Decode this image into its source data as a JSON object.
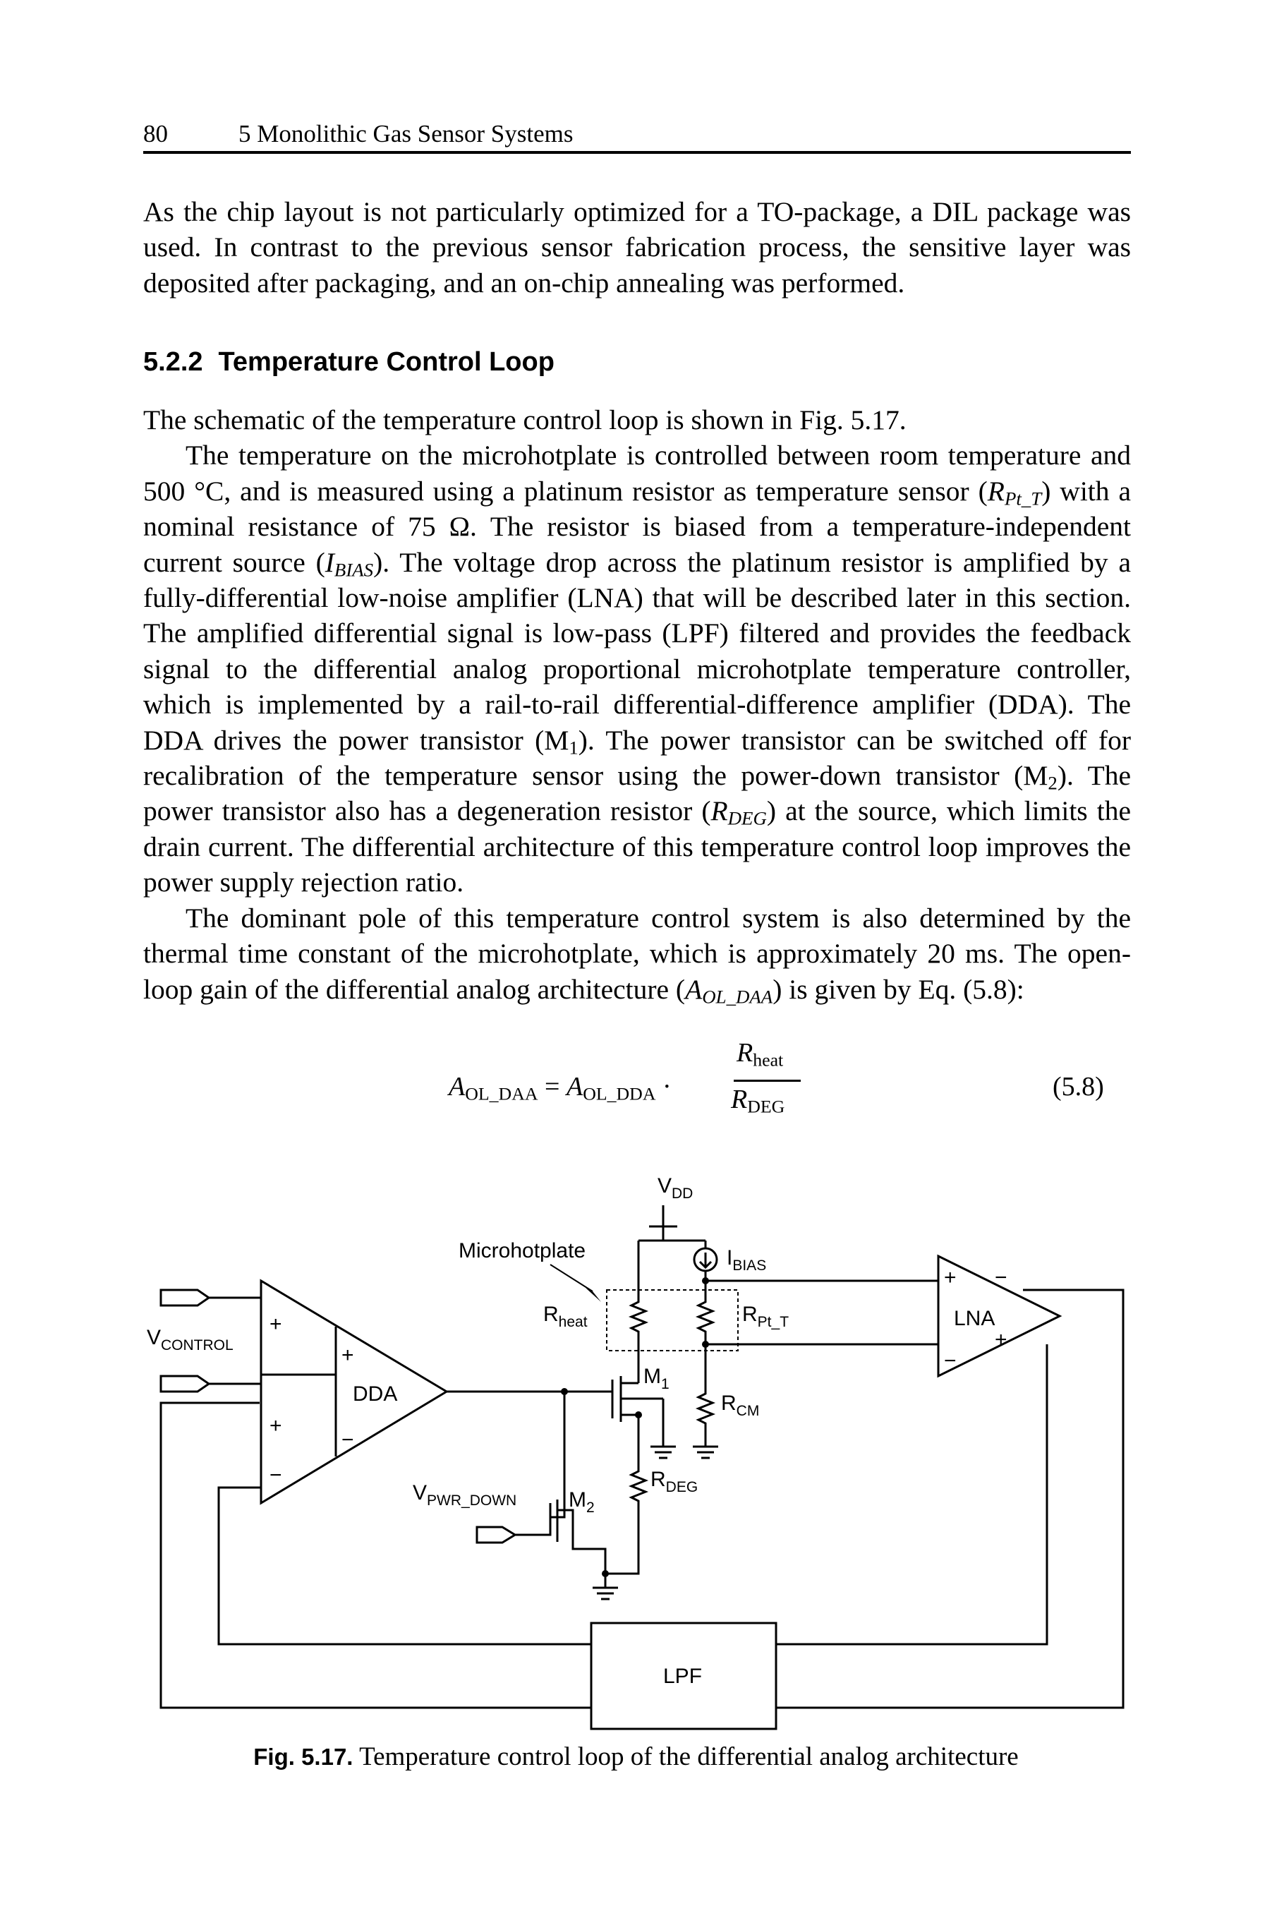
{
  "header": {
    "page_number": "80",
    "chapter": "5 Monolithic Gas Sensor Systems"
  },
  "section": {
    "number": "5.2.2",
    "title": "Temperature Control Loop"
  },
  "paragraphs": {
    "p0": "As the chip layout is not particularly optimized for a TO-package, a DIL package was used. In contrast to the previous sensor fabrication process, the sensitive layer was deposited after packaging, and an on-chip annealing was performed.",
    "p1": "The schematic of the temperature control loop is shown in Fig. 5.17.",
    "p2a": "The temperature on the microhotplate is controlled between room temperature and 500 °C, and is measured using a platinum resistor as temperature sensor (",
    "p2b": ") with a nominal resistance of 75 Ω. The resistor is biased from a temperature-independent current source (",
    "p2c": "). The voltage drop across the platinum resistor is amplified by a fully-differential low-noise amplifier (LNA) that will be described later in this section. The amplified differential signal is low-pass (LPF) filtered and provides the feedback signal to the differential analog proportional microhotplate temperature controller, which is implemented by a rail-to-rail differential-difference amplifier (DDA). The DDA drives the power transistor (",
    "p2d": "). The power transistor can be switched off for recalibration of the temperature sensor using the power-down transistor (",
    "p2e": "). The power transistor also has a degeneration resistor (",
    "p2f": ") at the source, which limits the drain current. The differential architecture of this temperature control loop improves the power supply rejection ratio.",
    "p3a": "The dominant pole of this temperature control system is also determined by the thermal time constant of the microhotplate, which is approximately 20 ms. The open-loop gain of the differential analog architecture (",
    "p3b": ") is given by Eq. (5.8):"
  },
  "symbols": {
    "R": "R",
    "I": "I",
    "M": "M",
    "A": "A",
    "pt_t": "Pt_T",
    "bias": "BIAS",
    "deg": "DEG",
    "heat": "heat",
    "ol_daa": "OL_DAA",
    "ol_dda": "OL_DDA",
    "one": "1",
    "two": "2"
  },
  "equation": {
    "equals": "=",
    "dot": "·",
    "number": "(5.8)"
  },
  "figure": {
    "labels": {
      "v": "V",
      "vdd_sub": "DD",
      "microhotplate": "Microhotplate",
      "i": "I",
      "ibias_sub": "BIAS",
      "r": "R",
      "rheat_sub": "heat",
      "rpt_sub": "Pt_T",
      "rcm_sub": "CM",
      "rdeg_sub": "DEG",
      "m": "M",
      "m1_sub": "1",
      "m2_sub": "2",
      "vcontrol_sub": "CONTROL",
      "vpwr_sub": "PWR_DOWN",
      "dda": "DDA",
      "lna": "LNA",
      "lpf": "LPF",
      "plus": "+",
      "minus": "−"
    }
  },
  "caption": {
    "label": "Fig. 5.17.",
    "text": "Temperature control loop of the differential analog architecture"
  }
}
